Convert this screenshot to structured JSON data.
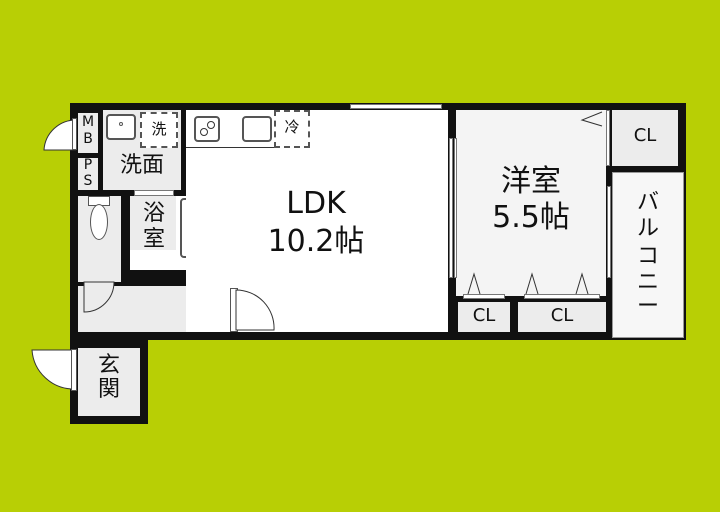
{
  "floorplan": {
    "background_color": "#b8cf05",
    "wall_color": "#111111",
    "rooms": {
      "ldk": {
        "name": "LDK",
        "size": "10.2帖"
      },
      "western": {
        "name": "洋室",
        "size": "5.5帖"
      },
      "washroom": {
        "name": "洗面"
      },
      "bathroom": {
        "line1": "浴",
        "line2": "室"
      },
      "entrance": {
        "line1": "玄",
        "line2": "関"
      },
      "balcony": {
        "name": "バルコニー",
        "chars": [
          "バ",
          "ル",
          "コ",
          "ニ",
          "ー"
        ]
      },
      "closet_top": {
        "name": "CL"
      },
      "closet_bottom_left": {
        "name": "CL"
      },
      "closet_bottom_right": {
        "name": "CL"
      }
    },
    "labels": {
      "mb": [
        "M",
        "B"
      ],
      "ps": [
        "P",
        "S"
      ],
      "washing_machine": "洗",
      "refrigerator": "冷"
    }
  }
}
